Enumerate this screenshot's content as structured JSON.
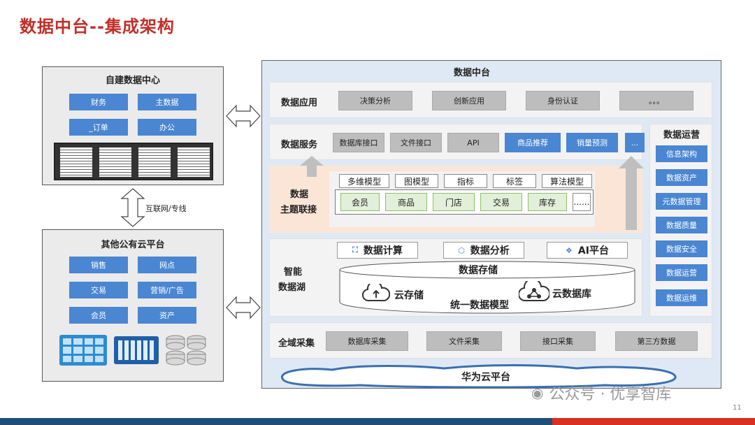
{
  "title": "数据中台--集成架构",
  "page_number": "11",
  "watermark": "公众号 · 优享智库",
  "left_top": {
    "title": "自建数据中心",
    "items": [
      "财务",
      "主数据",
      "_订单",
      "办公"
    ]
  },
  "connection_label": "互联网/专线",
  "left_bottom": {
    "title": "其他公有云平台",
    "items": [
      "销售",
      "网点",
      "交易",
      "营销/广告",
      "会员",
      "资产"
    ]
  },
  "platform": {
    "title": "数据中台",
    "app": {
      "label": "数据应用",
      "items": [
        "决策分析",
        "创新应用",
        "身份认证",
        "。。。"
      ]
    },
    "service": {
      "label": "数据服务",
      "items": [
        "数据库接口",
        "文件接口",
        "API",
        "商品推荐",
        "销量预测",
        "..."
      ]
    },
    "theme": {
      "label_line1": "数据",
      "label_line2": "主题联接",
      "models": [
        "多维模型",
        "图模型",
        "指标",
        "标签",
        "算法模型"
      ],
      "entities": [
        "会员",
        "商品",
        "门店",
        "交易",
        "库存",
        "......"
      ]
    },
    "lake": {
      "label_line1": "智能",
      "label_line2": "数据湖",
      "tools": [
        "数据计算",
        "数据分析",
        "AI平台"
      ],
      "storage_title": "数据存储",
      "cloud_storage": "云存储",
      "cloud_db": "云数据库",
      "unified_model": "统一数据模型"
    },
    "collect": {
      "label": "全域采集",
      "items": [
        "数据库采集",
        "文件采集",
        "接口采集",
        "第三方数据"
      ]
    },
    "cloud_platform": "华为云平台",
    "ops": {
      "title": "数据运营",
      "items": [
        "信息架构",
        "数据资产",
        "元数据管理",
        "数据质量",
        "数据安全",
        "数据运营",
        "数据运维"
      ]
    }
  }
}
